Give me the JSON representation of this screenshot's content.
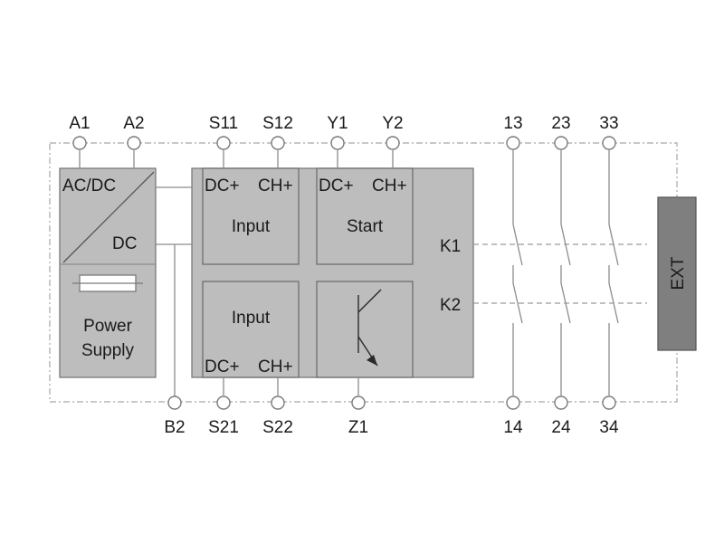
{
  "terminals": {
    "top": [
      "A1",
      "A2",
      "S11",
      "S12",
      "Y1",
      "Y2",
      "13",
      "23",
      "33"
    ],
    "bottom": [
      "B2",
      "S21",
      "S22",
      "Z1",
      "14",
      "24",
      "34"
    ]
  },
  "power_supply": {
    "acdc": "AC/DC",
    "dc": "DC",
    "title_line1": "Power",
    "title_line2": "Supply"
  },
  "input_top": {
    "dc_plus": "DC+",
    "ch_plus": "CH+",
    "title": "Input"
  },
  "start": {
    "dc_plus": "DC+",
    "ch_plus": "CH+",
    "title": "Start"
  },
  "input_bottom": {
    "dc_plus": "DC+",
    "ch_plus": "CH+",
    "title": "Input"
  },
  "relays": {
    "k1": "K1",
    "k2": "K2"
  },
  "ext": {
    "label": "EXT"
  },
  "colors": {
    "block_fill": "#bdbdbd",
    "ext_fill": "#7f7f7f",
    "wire": "#8c8c8c"
  }
}
